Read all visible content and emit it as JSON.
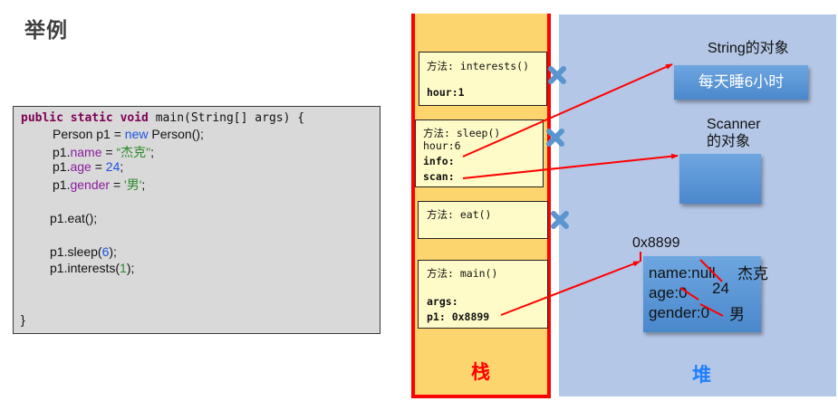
{
  "title": "举例",
  "code": {
    "line1_kw": "public static void",
    "line1_rest": " main(String[] args) {",
    "line2_a": "Person p1 = ",
    "line2_new": "new",
    "line2_b": " Person();",
    "line3_a": "p1.",
    "line3_field": "name",
    "line3_b": " = ",
    "line3_str": "“杰克\"",
    "line3_c": ";",
    "line4_a": "p1.",
    "line4_field": "age",
    "line4_b": " = ",
    "line4_num": "24",
    "line4_c": ";",
    "line5_a": "p1.",
    "line5_field": "gender",
    "line5_b": " = ",
    "line5_str": "'男'",
    "line5_c": ";",
    "line6": "p1.eat();",
    "line7_a": "p1.sleep(",
    "line7_num": "6",
    "line7_b": ");",
    "line8_a": "p1.interests(",
    "line8_num": "1",
    "line8_b": ");",
    "line9": "}"
  },
  "stack": {
    "label": "栈",
    "frames": [
      {
        "method": "方法: interests()",
        "vars": [
          "hour:1"
        ]
      },
      {
        "method": "方法: sleep()",
        "vars": [
          "hour:6",
          "info:",
          "scan:"
        ]
      },
      {
        "method": "方法: eat()",
        "vars": []
      },
      {
        "method": "方法: main()",
        "vars": [
          "args:",
          "p1: 0x8899"
        ]
      }
    ]
  },
  "heap": {
    "label": "堆",
    "string_object": {
      "caption": "String的对象",
      "value": "每天睡6小时"
    },
    "scanner_object": {
      "caption_line1": "Scanner",
      "caption_line2": "的对象"
    },
    "person_object": {
      "address": "0x8899",
      "fields": [
        {
          "text": "name:null",
          "new_value": "杰克"
        },
        {
          "text": "age:0",
          "new_value": "24"
        },
        {
          "text": "gender:0",
          "new_value": "男"
        }
      ]
    }
  },
  "colors": {
    "stack_bg": "#fdd56e",
    "stack_border": "#ff0000",
    "heap_bg": "#b4c7e7",
    "frame_bg": "#fffbc8",
    "arrow": "#ff0000",
    "object_blue": "#5b9bd5",
    "heap_label": "#1f7fff"
  }
}
